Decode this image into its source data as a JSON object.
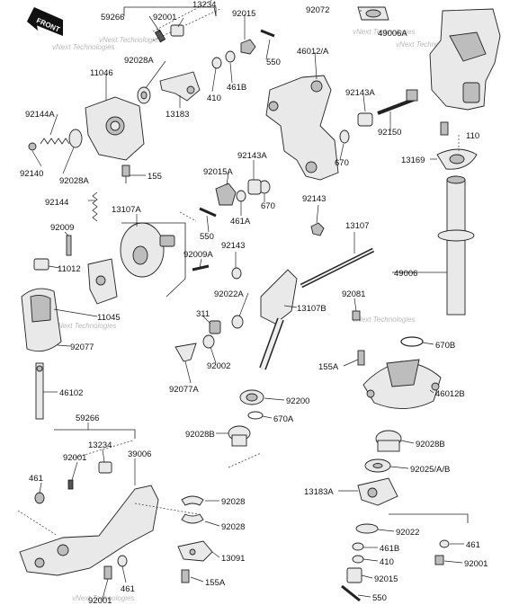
{
  "front_tag": "FRONT",
  "watermarks": [
    "vNext Technologies",
    "vNext Technologies",
    "vNext Technologies",
    "vNext Technologies",
    "vNext Technologies",
    "vNext Technologies",
    "vNext Technologies"
  ],
  "labels": {
    "l_59266_a": "59266",
    "l_92001_a": "92001",
    "l_13234_a": "13234",
    "l_92015_a": "92015",
    "l_550_a": "550",
    "l_92072": "92072",
    "l_49006A": "49006A",
    "l_46012A": "46012/A",
    "l_92028A_a": "92028A",
    "l_11046": "11046",
    "l_410_a": "410",
    "l_461B_a": "461B",
    "l_13183": "13183",
    "l_92143A_a": "92143A",
    "l_92144A": "92144A",
    "l_92150": "92150",
    "l_670_a": "670",
    "l_110": "110",
    "l_13169": "13169",
    "l_92140": "92140",
    "l_92028A_b": "92028A",
    "l_155_a": "155",
    "l_92015A": "92015A",
    "l_92143A_b": "92143A",
    "l_670_b": "670",
    "l_461A": "461A",
    "l_92144": "92144",
    "l_13107A": "13107A",
    "l_550_b": "550",
    "l_92143_a": "92143",
    "l_13107": "13107",
    "l_92009": "92009",
    "l_92143_b": "92143",
    "l_92009A": "92009A",
    "l_11012": "11012",
    "l_49006": "49006",
    "l_92022A": "92022A",
    "l_92081": "92081",
    "l_11045": "11045",
    "l_311": "311",
    "l_13107B": "13107B",
    "l_92077": "92077",
    "l_670B": "670B",
    "l_92002": "92002",
    "l_155A_a": "155A",
    "l_46102": "46102",
    "l_92077A": "92077A",
    "l_46012B": "46012B",
    "l_92200": "92200",
    "l_670A": "670A",
    "l_59266_b": "59266",
    "l_92028B_a": "92028B",
    "l_92028B_b": "92028B",
    "l_13234_b": "13234",
    "l_39006": "39006",
    "l_92001_b": "92001",
    "l_92025": "92025/A/B",
    "l_461_a": "461",
    "l_13183A": "13183A",
    "l_92028_a": "92028",
    "l_92028_b": "92028",
    "l_92022": "92022",
    "l_461_b": "461",
    "l_461B_b": "461B",
    "l_92001_c": "92001",
    "l_13091": "13091",
    "l_410_b": "410",
    "l_155A_b": "155A",
    "l_92015_b": "92015",
    "l_461_c": "461",
    "l_92001_d": "92001",
    "l_550_c": "550"
  }
}
